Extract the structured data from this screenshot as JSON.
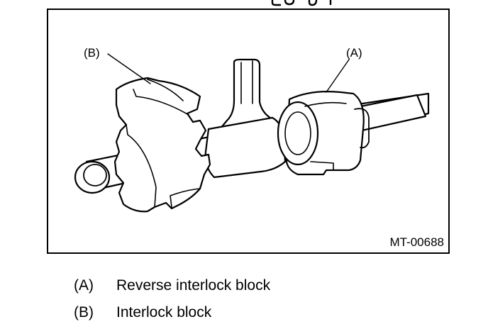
{
  "figure": {
    "callout_a": "(A)",
    "callout_b": "(B)",
    "code": "MT-00688"
  },
  "legend": {
    "items": [
      {
        "key": "(A)",
        "text": "Reverse interlock block"
      },
      {
        "key": "(B)",
        "text": "Interlock block"
      }
    ]
  }
}
